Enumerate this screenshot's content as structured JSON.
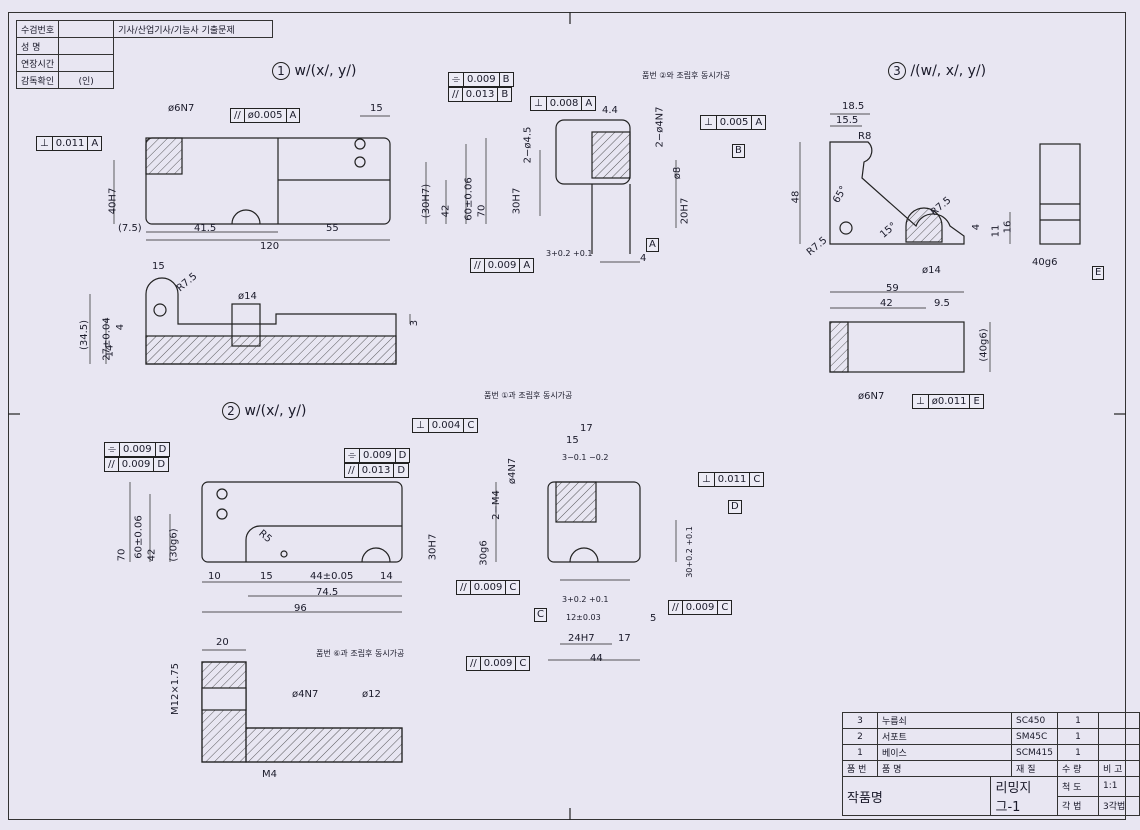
{
  "header": {
    "rows": [
      {
        "label": "수검번호",
        "value": "",
        "extra": "기사/산업기사/기능사 기출문제"
      },
      {
        "label": "성    명",
        "value": ""
      },
      {
        "label": "연장시간",
        "value": ""
      },
      {
        "label": "감독확인",
        "value": "(인)"
      }
    ]
  },
  "views": {
    "part1": {
      "number": "1",
      "surface_symbols": "w/(x/, y/)",
      "fcf_perp_a": {
        "sym": "⊥",
        "tol": "0.011",
        "datum": "A"
      },
      "fcf_par_a": {
        "sym": "//",
        "tol": "ø0.005",
        "datum": "A"
      },
      "hole_label": "ø6N7",
      "dims": {
        "d15": "15",
        "d40h7": "40H7",
        "d75": "(7.5)",
        "d415": "41.5",
        "d55": "55",
        "d120": "120",
        "d30h7": "(30H7)",
        "d42": "42",
        "d60": "60±0.06",
        "d70": "70"
      },
      "side": {
        "fcf_sym_b": {
          "sym": "⌯",
          "tol": "0.009",
          "datum": "B"
        },
        "fcf_par_b": {
          "sym": "//",
          "tol": "0.013",
          "datum": "B"
        },
        "fcf_perp_a2": {
          "sym": "⊥",
          "tol": "0.008",
          "datum": "A"
        },
        "fcf_perp_a3": {
          "sym": "⊥",
          "tol": "0.005",
          "datum": "A"
        },
        "fcf_par_a4": {
          "sym": "//",
          "tol": "0.009",
          "datum": "A"
        },
        "note": "품번 ②와 조립후 동시가공",
        "d44": "4.4",
        "d2m45": "2−ø4.5",
        "d2m4n7": "2−ø4N7",
        "d8": "ø8",
        "d30h7b": "30H7",
        "d20h7": "20H7",
        "d3pm": "3+0.2 +0.1",
        "d4": "4",
        "datum_b": "B",
        "datum_a": "A"
      },
      "lower": {
        "d15": "15",
        "r75": "R7.5",
        "d14": "ø14",
        "d345": "(34.5)",
        "d27": "27±0.04",
        "d14b": "14",
        "d4": "4",
        "d3": "3"
      }
    },
    "part2": {
      "number": "2",
      "surface_symbols": "w/(x/, y/)",
      "fcf_sym_d": {
        "sym": "⌯",
        "tol": "0.009",
        "datum": "D"
      },
      "fcf_par_d": {
        "sym": "//",
        "tol": "0.009",
        "datum": "D"
      },
      "fcf_sym_d2": {
        "sym": "⌯",
        "tol": "0.009",
        "datum": "D"
      },
      "fcf_par_d2": {
        "sym": "//",
        "tol": "0.013",
        "datum": "D"
      },
      "dims": {
        "d70": "70",
        "d60": "60±0.06",
        "d42": "42",
        "d30g6": "(30g6)",
        "r5": "R5",
        "d30h7": "30H7",
        "d10": "10",
        "d15": "15",
        "d44": "44±0.05",
        "d14": "14",
        "d745": "74.5",
        "d96": "96"
      },
      "side": {
        "note": "품번 ①과 조립후 동시가공",
        "fcf_perp_c": {
          "sym": "⊥",
          "tol": "0.004",
          "datum": "C"
        },
        "fcf_perp_c2": {
          "sym": "⊥",
          "tol": "0.011",
          "datum": "C"
        },
        "fcf_par_c": {
          "sym": "//",
          "tol": "0.009",
          "datum": "C"
        },
        "fcf_par_c2": {
          "sym": "//",
          "tol": "0.009",
          "datum": "C"
        },
        "fcf_par_c3": {
          "sym": "//",
          "tol": "0.009",
          "datum": "C"
        },
        "d17": "17",
        "d15": "15",
        "d3m": "3−0.1 −0.2",
        "d2m4": "2−M4",
        "d4n7": "ø4N7",
        "d30g6": "30g6",
        "d30pm": "30+0.2 +0.1",
        "d3pm": "3+0.2 +0.1",
        "d12": "12±0.03",
        "d24h7": "24H7",
        "d17b": "17",
        "d5": "5",
        "d44": "44",
        "datum_c": "C",
        "datum_d": "D"
      },
      "lower": {
        "d20": "20",
        "m12": "M12×1.75",
        "note": "품번 ⑥과 조립후 동시가공",
        "d4n7": "ø4N7",
        "d12": "ø12",
        "m4": "M4"
      }
    },
    "part3": {
      "number": "3",
      "surface_symbols": "/(w/, x/, y/)",
      "dims": {
        "d185": "18.5",
        "d155": "15.5",
        "r8": "R8",
        "d48": "48",
        "d65": "65°",
        "d15deg": "15°",
        "r75": "R7.5",
        "r75b": "R7.5",
        "d4": "4",
        "d11": "11",
        "d16": "16",
        "d14": "ø14",
        "d40g6": "40g6",
        "d59": "59",
        "d42": "42",
        "d95": "9.5",
        "d40g6b": "(40g6)",
        "hole": "ø6N7"
      },
      "fcf_perp_e": {
        "sym": "⊥",
        "tol": "ø0.011",
        "datum": "E"
      },
      "datum_e": "E"
    }
  },
  "title_block": {
    "parts": [
      {
        "no": "3",
        "name": "누름쇠",
        "material": "SC450",
        "qty": "1",
        "note": ""
      },
      {
        "no": "2",
        "name": "서포트",
        "material": "SM45C",
        "qty": "1",
        "note": ""
      },
      {
        "no": "1",
        "name": "베이스",
        "material": "SCM415",
        "qty": "1",
        "note": ""
      }
    ],
    "header": {
      "no": "품 번",
      "name": "품        명",
      "material": "재 질",
      "qty": "수 량",
      "note": "비 고"
    },
    "product_label": "작품명",
    "product_name": "리밍지그-1",
    "scale_label": "척 도",
    "scale": "1:1",
    "proj_label": "각 법",
    "projection": "3각법"
  }
}
